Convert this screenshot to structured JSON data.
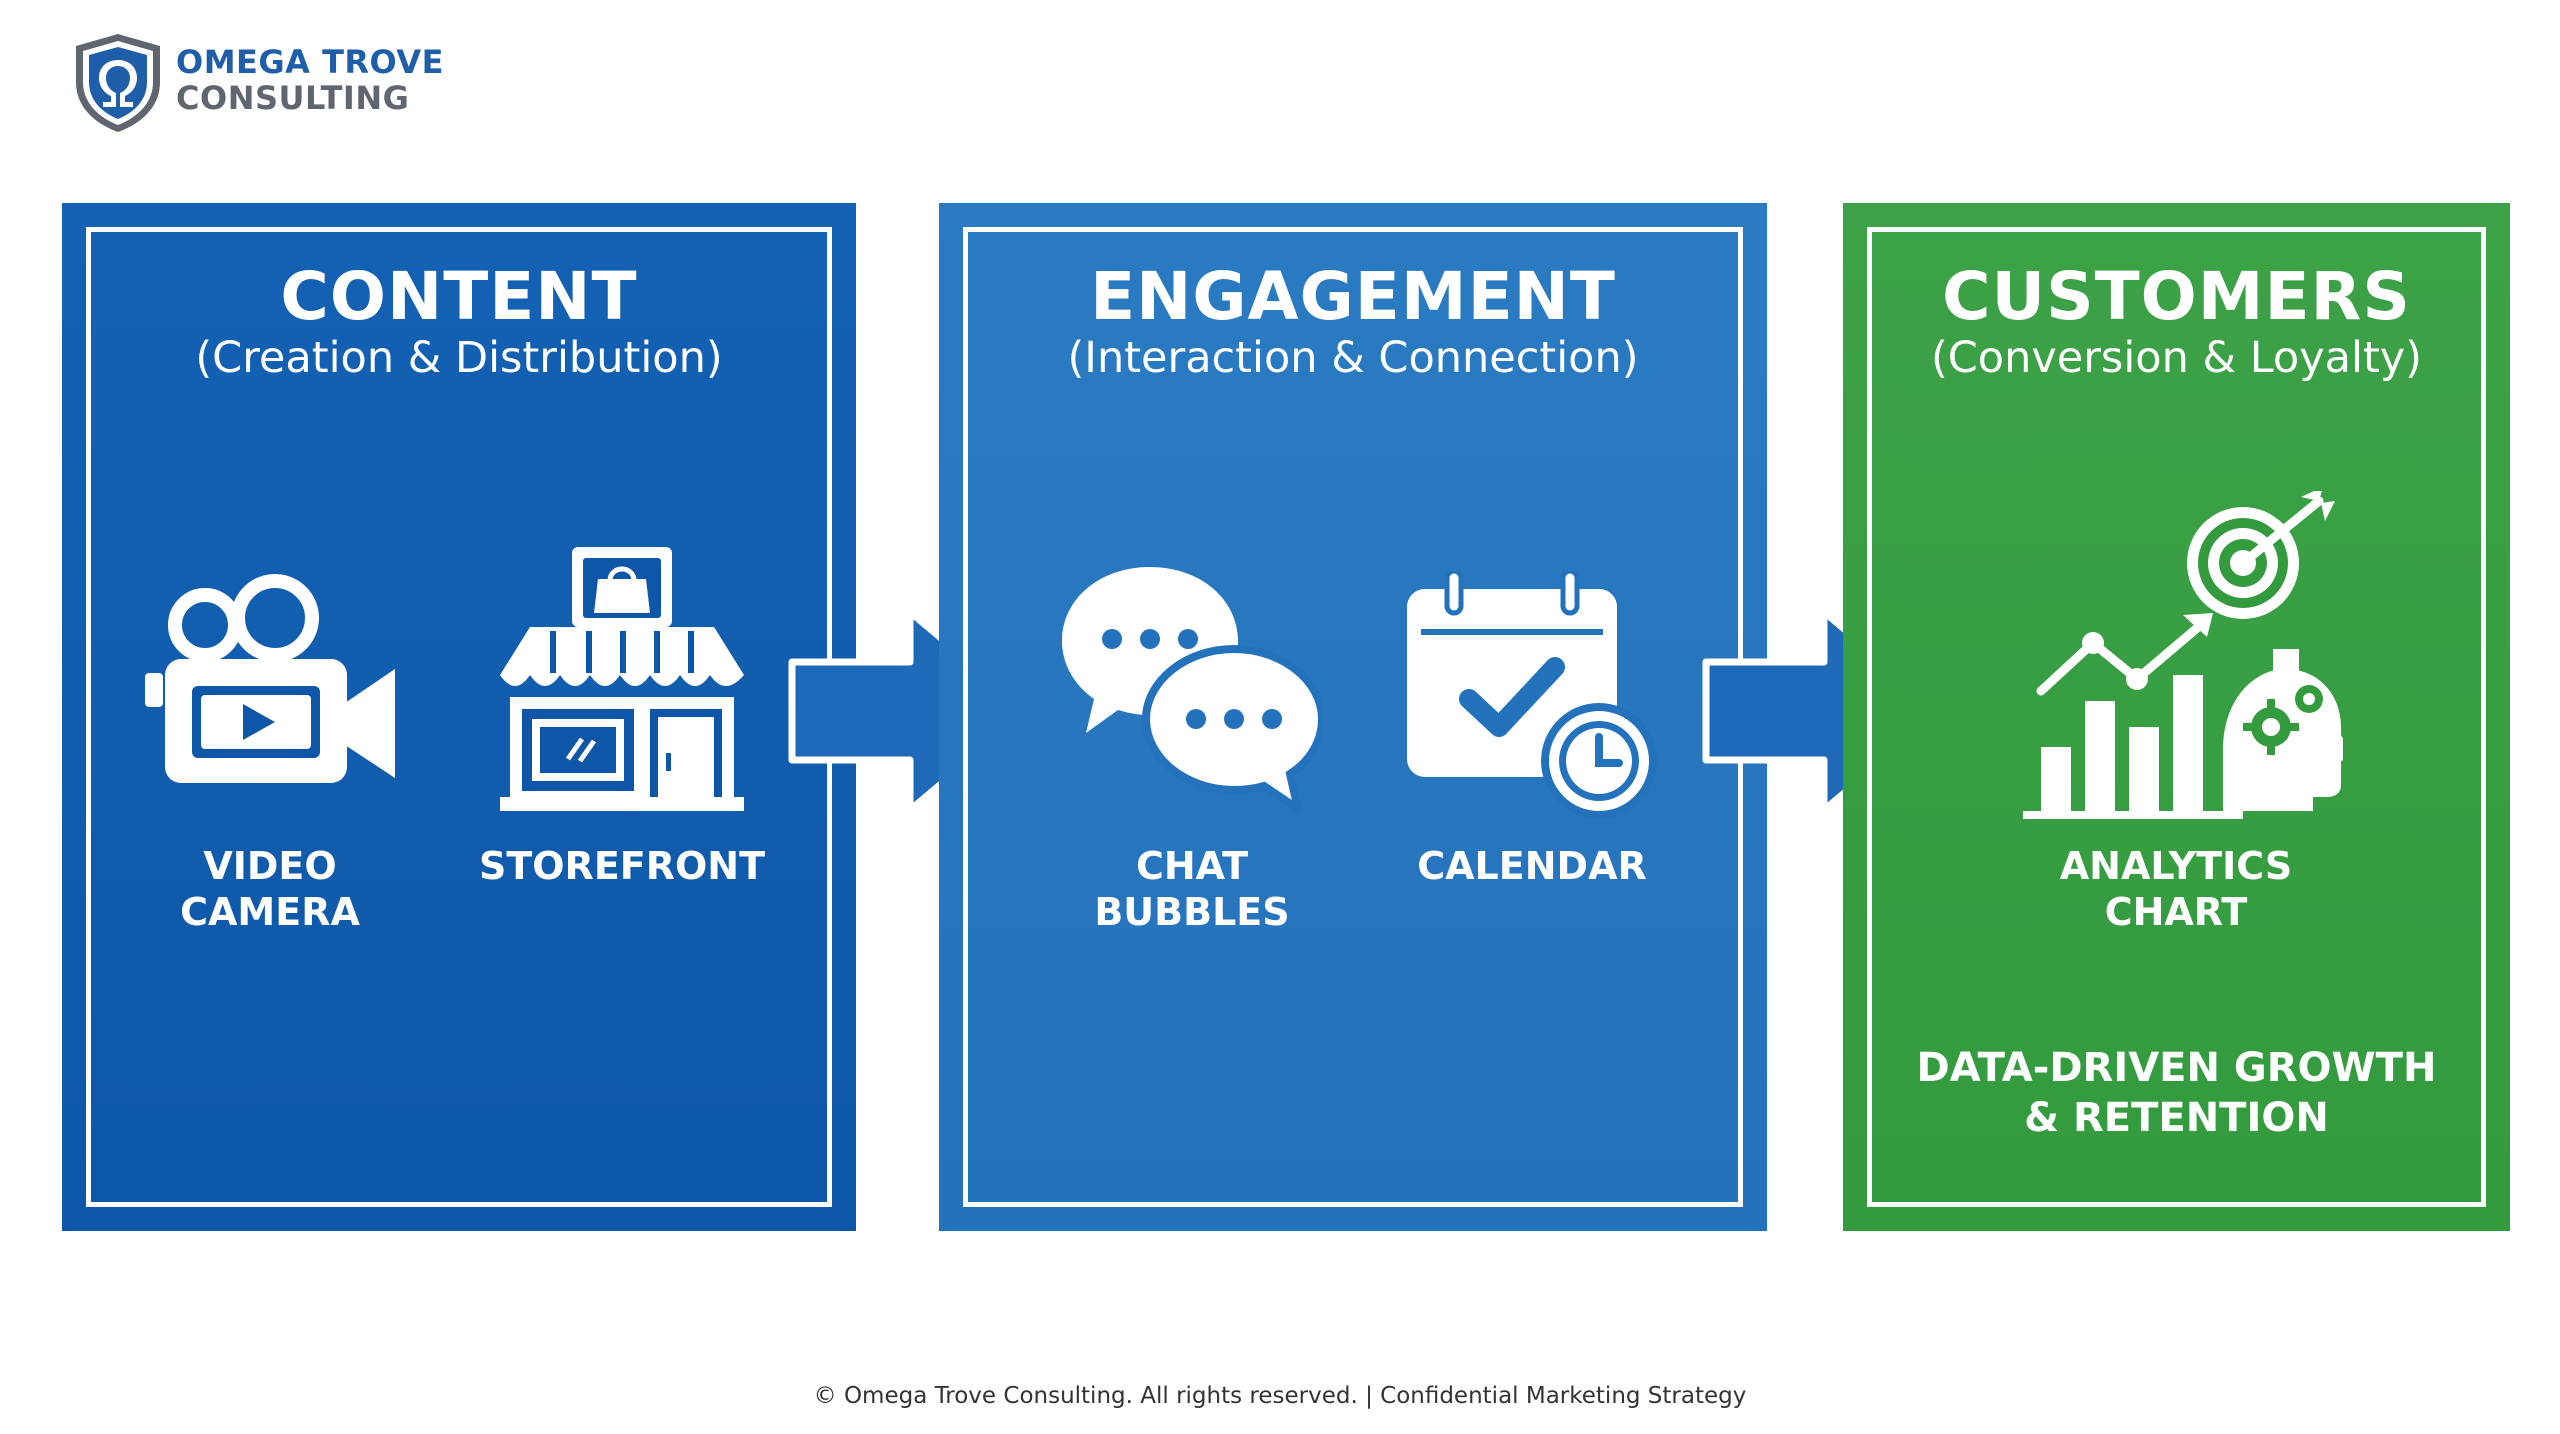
{
  "brand": {
    "line1": "OMEGA TROVE",
    "line2": "CONSULTING",
    "shield_icon": "omega-shield-icon",
    "colors": {
      "blue": "#1f5ea8",
      "gray": "#5f6670"
    }
  },
  "panels": {
    "content": {
      "title": "CONTENT",
      "subtitle": "(Creation & Distribution)",
      "color": "#0e57a8",
      "items": [
        {
          "icon": "video-camera-icon",
          "label": "VIDEO\nCAMERA"
        },
        {
          "icon": "storefront-icon",
          "label": "STOREFRONT"
        }
      ]
    },
    "engagement": {
      "title": "ENGAGEMENT",
      "subtitle": "(Interaction & Connection)",
      "color": "#2472bb",
      "items": [
        {
          "icon": "chat-bubbles-icon",
          "label": "CHAT\nBUBBLES"
        },
        {
          "icon": "calendar-icon",
          "label": "CALENDAR"
        }
      ]
    },
    "customers": {
      "title": "CUSTOMERS",
      "subtitle": "(Conversion & Loyalty)",
      "color": "#339a3e",
      "items": [
        {
          "icon": "analytics-chart-icon",
          "label": "ANALYTICS\nCHART"
        }
      ],
      "tagline": "DATA-DRIVEN GROWTH\n& RETENTION"
    }
  },
  "arrows": [
    "right-arrow-icon",
    "right-arrow-icon"
  ],
  "footer": "© Omega Trove Consulting. All rights reserved. | Confidential Marketing Strategy"
}
